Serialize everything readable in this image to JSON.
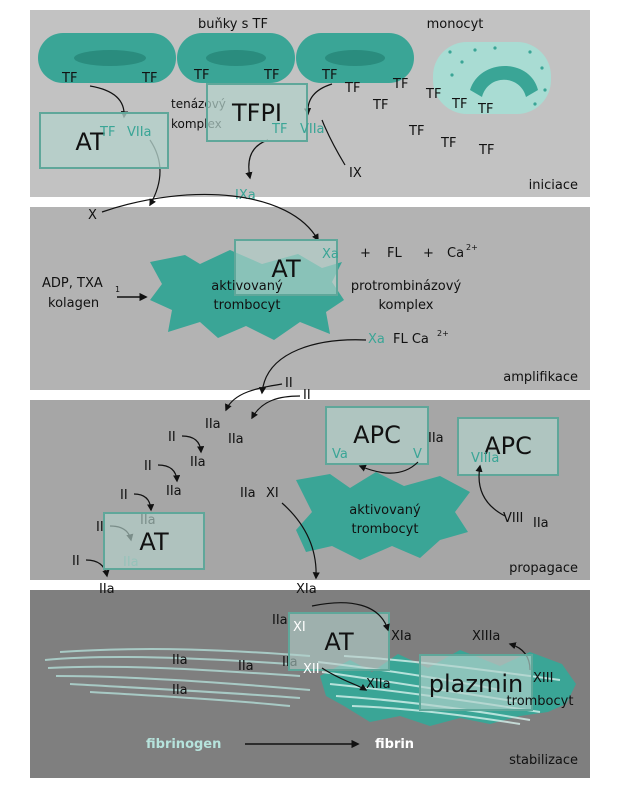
{
  "phases": {
    "initiation": "iniciace",
    "amplification": "amplifikace",
    "propagation": "propagace",
    "stabilization": "stabilizace"
  },
  "labels": {
    "tf_cells": "buňky s TF",
    "monocyte": "monocyt",
    "tf": "TF",
    "viia": "VIIa",
    "tenase_line1": "tenázový",
    "tenase_line2": "komplex",
    "ix": "IX",
    "ixa": "IXa",
    "x": "X",
    "xa": "Xa",
    "plus": "+",
    "fl": "FL",
    "ca": "Ca",
    "ca_sup": "2+",
    "adp_line1": "ADP, TXA",
    "adp_sub": "1",
    "adp_line2": "kolagen",
    "activated_line1": "aktivovaný",
    "activated_line2": "trombocyt",
    "prothrombinase_line1": "protrombinázový",
    "prothrombinase_line2": "komplex",
    "xa_fl_ca": "FL Ca",
    "ii": "II",
    "iia": "IIa",
    "va": "Va",
    "v": "V",
    "viii": "VIII",
    "viiia": "VIIIa",
    "xi": "XI",
    "xia": "XIa",
    "xii": "XII",
    "xiia": "XIIa",
    "xiii": "XIII",
    "xiiia": "XIIIa",
    "fibrinogen": "fibrinogen",
    "fibrin": "fibrin"
  },
  "inhibitors": {
    "at": "AT",
    "tfpi": "TFPI",
    "apc": "APC",
    "plasmin": "plazmin"
  },
  "colors": {
    "teal": "#3aa596",
    "teal_dark": "#2a8c7e",
    "teal_light": "#a9dcd3",
    "overlay_fill": "#b3d1cb",
    "overlay_stroke": "#5fa79a",
    "fibrinogen_text": "#b6e3dc",
    "panel1": "#c2c2c2",
    "panel2": "#b3b3b3",
    "panel3": "#a6a6a6",
    "panel4": "#7f7f7f"
  }
}
